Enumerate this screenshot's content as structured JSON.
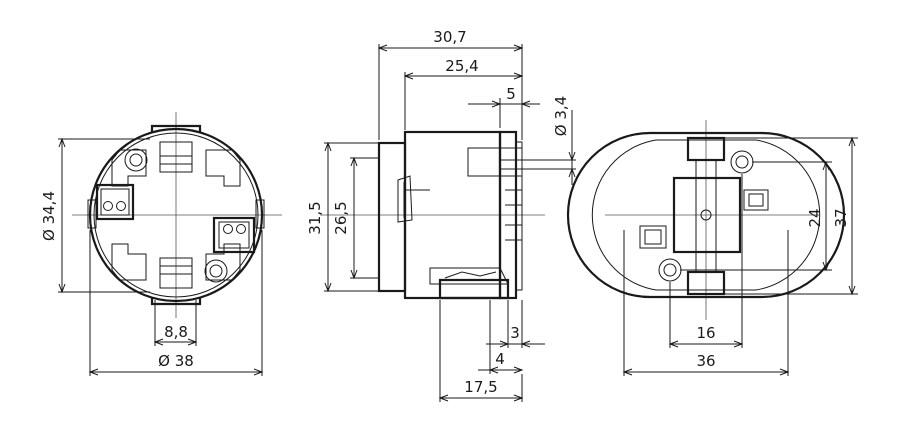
{
  "dimensions": {
    "left_view": {
      "diameter_34_4": "Ø 34,4",
      "width_8_8": "8,8",
      "diameter_38": "Ø 38"
    },
    "side_view": {
      "length_30_7": "30,7",
      "length_25_4": "25,4",
      "length_5": "5",
      "diameter_3_4": "Ø 3,4",
      "height_31_5": "31,5",
      "height_26_5": "26,5",
      "offset_3": "3",
      "offset_4": "4",
      "length_17_5": "17,5"
    },
    "right_view": {
      "height_24": "24",
      "height_37": "37",
      "width_16": "16",
      "width_36": "36"
    }
  }
}
